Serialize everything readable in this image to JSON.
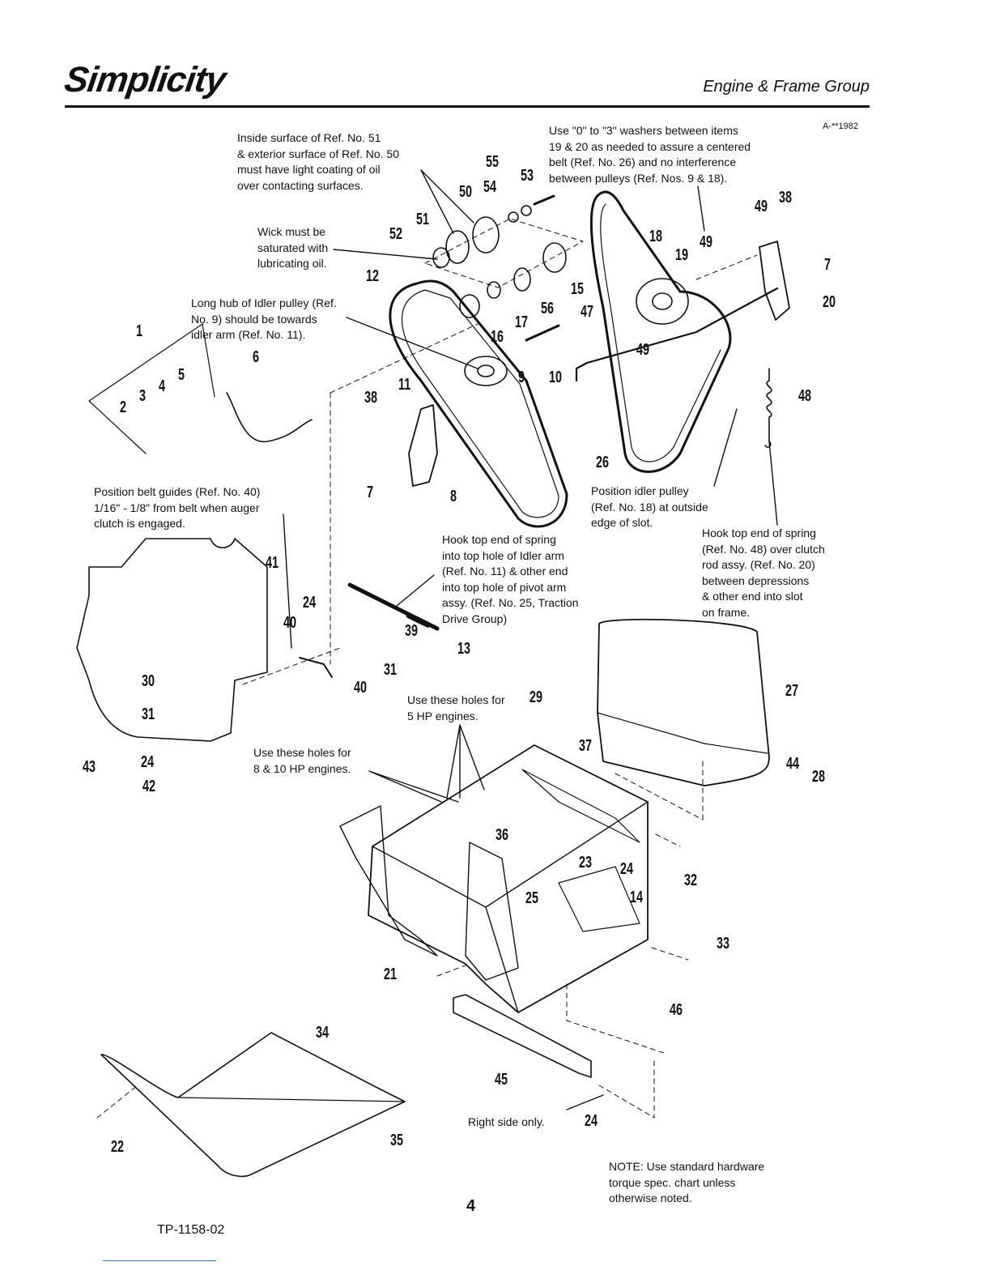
{
  "header": {
    "brand": "Simplicity",
    "section_title": "Engine & Frame Group",
    "doc_code": "A-**1982"
  },
  "notes": {
    "oil_coating": "Inside surface of Ref. No. 51\n& exterior surface of Ref. No. 50\nmust have light coating of oil\nover contacting surfaces.",
    "wick": "Wick must be\nsaturated with\nlubricating oil.",
    "idler_hub": "Long hub of Idler pulley (Ref.\nNo. 9) should be towards\nidler arm (Ref. No. 11).",
    "washers": "Use \"0\" to \"3\" washers between items\n19 & 20 as needed to assure a centered\nbelt (Ref. No. 26) and no interference\nbetween pulleys (Ref. Nos. 9 & 18).",
    "belt_guides": "Position belt guides (Ref. No. 40)\n1/16\" - 1/8\" from belt when auger\nclutch is engaged.",
    "idler_position": "Position idler pulley\n(Ref. No. 18) at outside\nedge of slot.",
    "spring_13": "Hook top end of spring\ninto top hole of Idler arm\n(Ref. No. 11) & other end\ninto top hole of pivot arm\nassy. (Ref. No. 25, Traction\nDrive Group)",
    "spring_48": "Hook top end of spring\n(Ref. No. 48) over clutch\nrod assy. (Ref. No. 20)\nbetween depressions\n& other end into slot\non frame.",
    "holes_5hp": "Use these holes for\n5 HP engines.",
    "holes_8_10hp": "Use these holes for\n8 & 10 HP engines.",
    "right_side": "Right side only.",
    "torque": "NOTE: Use standard hardware\ntorque spec. chart unless\notherwise noted."
  },
  "callouts": [
    "1",
    "2",
    "3",
    "4",
    "5",
    "6",
    "7",
    "8",
    "9",
    "10",
    "11",
    "12",
    "13",
    "14",
    "15",
    "16",
    "17",
    "18",
    "19",
    "20",
    "21",
    "22",
    "23",
    "24",
    "25",
    "26",
    "27",
    "28",
    "29",
    "30",
    "31",
    "32",
    "33",
    "34",
    "35",
    "36",
    "37",
    "38",
    "39",
    "40",
    "41",
    "42",
    "43",
    "44",
    "45",
    "46",
    "47",
    "48",
    "49",
    "50",
    "51",
    "52",
    "53",
    "54",
    "55",
    "56"
  ],
  "footer": {
    "page_number": "4",
    "form_code": "TP-1158-02"
  }
}
